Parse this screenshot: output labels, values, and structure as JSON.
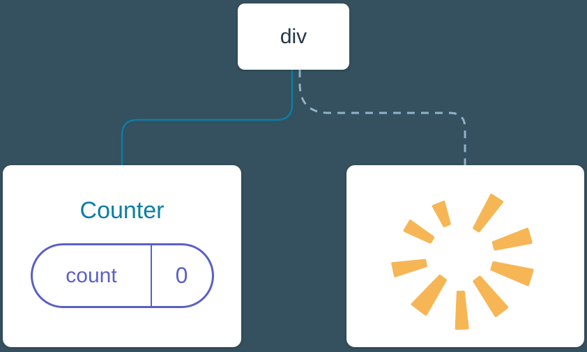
{
  "diagram": {
    "description": "Component tree: a div root with a Counter child (state preserved) and a removed child shown as a poof burst",
    "background_color": "#35505e",
    "root_node": {
      "label": "div"
    },
    "counter_card": {
      "title": "Counter",
      "state_pill": {
        "key": "count",
        "value": "0"
      }
    },
    "poof_card": {
      "icon": "poof-burst-icon"
    },
    "connectors": [
      {
        "type": "solid",
        "from": "div",
        "to": "Counter"
      },
      {
        "type": "dashed",
        "from": "div",
        "to": "poof"
      }
    ],
    "colors": {
      "card_background": "#ffffff",
      "root_label": "#253746",
      "counter_title": "#0a7ea4",
      "state_pill": "#5a5fc6",
      "solid_connector": "#0a7ea4",
      "dashed_connector": "#8fb3c9",
      "poof": "#f6b656"
    }
  }
}
